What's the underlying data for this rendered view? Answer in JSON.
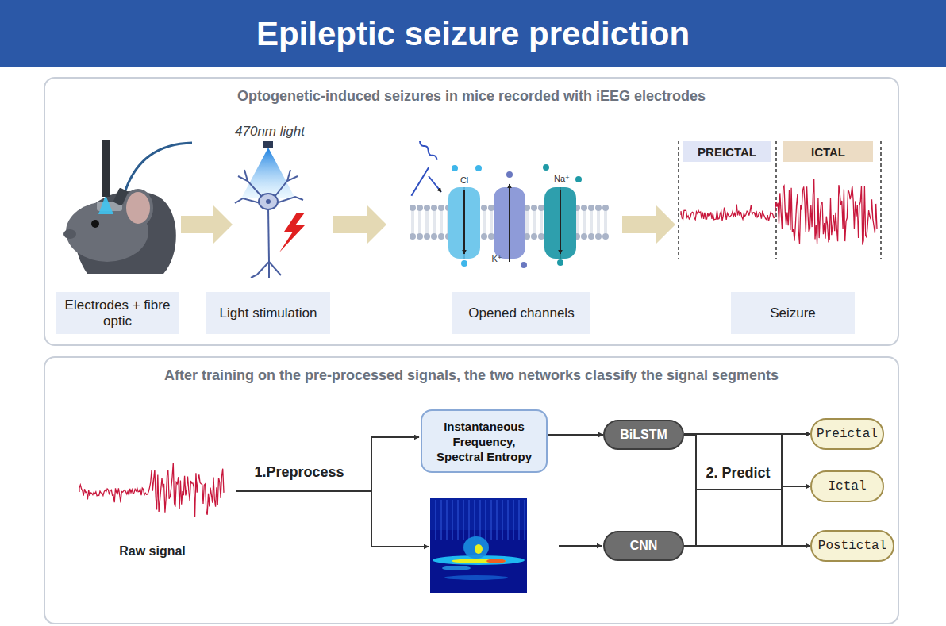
{
  "diagram": {
    "title": "Epileptic seizure prediction",
    "nodes": [
      {
        "text": [
          "Optogenetic-induced seizures in mice recorded with iEEG electrodes"
        ]
      },
      {
        "text": [
          "PREICTAL"
        ],
        "in": 0
      },
      {
        "text": [
          "ICTAL"
        ],
        "in": 0
      },
      {
        "text": [
          "Electrodes + fibre optic"
        ],
        "in": 0
      },
      {
        "text": [
          "Light stimulation"
        ],
        "in": 0
      },
      {
        "text": [
          "Opened channels"
        ],
        "in": 0
      },
      {
        "text": [
          "Seizure"
        ],
        "in": 0
      },
      {
        "text": [
          "After training on the pre-processed signals, the two networks classify the signal segments"
        ]
      },
      {
        "text": [
          "Instantaneous Frequency, Spectral Entropy"
        ],
        "in": 7
      },
      {
        "text": [
          "BiLSTM"
        ],
        "in": 7
      },
      {
        "text": [
          "CNN"
        ],
        "in": 7
      },
      {
        "text": [
          "Preictal"
        ],
        "in": 7
      },
      {
        "text": [
          "Ictal"
        ],
        "in": 7
      },
      {
        "text": [
          "Postictal"
        ],
        "in": 7
      }
    ],
    "edges": [
      {
        "from": 8,
        "to": 9,
        "arrow": "to"
      },
      {
        "from": 9,
        "to": 11,
        "arrow": "to"
      },
      {
        "from": 9,
        "to": 12,
        "arrow": "to"
      },
      {
        "from": 9,
        "to": 13,
        "arrow": "to"
      },
      {
        "from": 10,
        "to": 11,
        "arrow": "to"
      },
      {
        "from": 10,
        "to": 12,
        "arrow": "to"
      },
      {
        "from": 10,
        "to": 13,
        "arrow": "to"
      }
    ],
    "labels": [
      "470nm light",
      "Cl⁻",
      "K⁺",
      "Na⁺",
      "Raw signal",
      "1.Preprocess",
      "2. Predict"
    ]
  }
}
